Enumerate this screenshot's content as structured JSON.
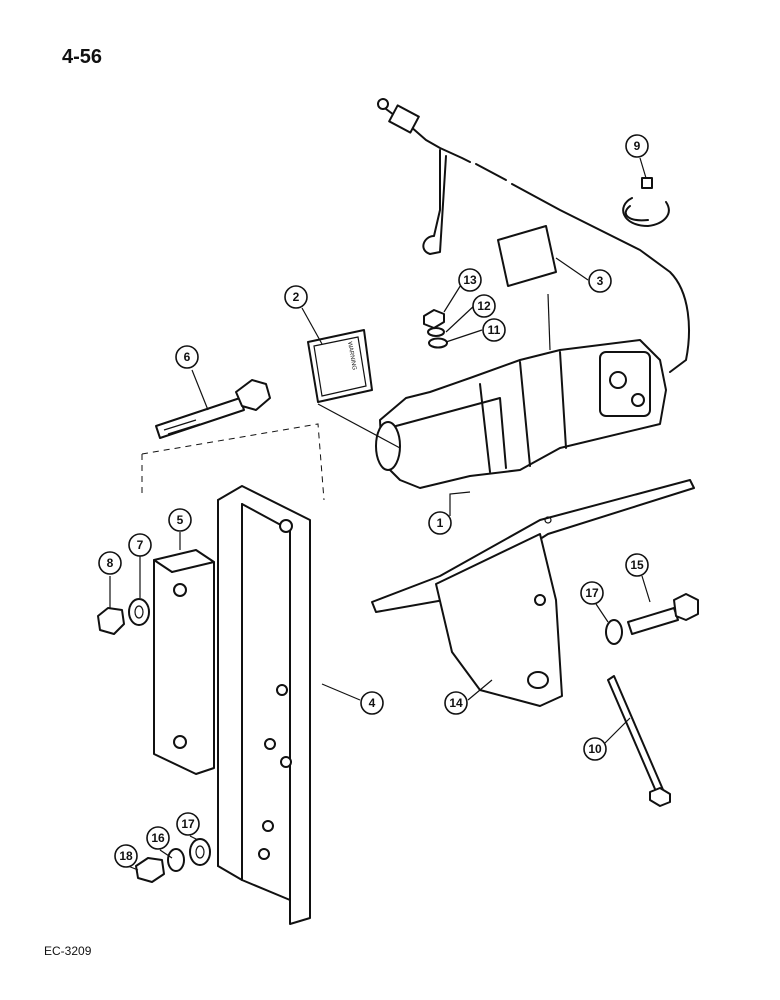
{
  "page_number": "4-56",
  "figure_code": "EC-3209",
  "callouts": {
    "c1": "1",
    "c2": "2",
    "c3": "3",
    "c4": "4",
    "c5": "5",
    "c6": "6",
    "c7": "7",
    "c8": "8",
    "c9": "9",
    "c10": "10",
    "c11": "11",
    "c12": "12",
    "c13": "13",
    "c14": "14",
    "c15": "15",
    "c16": "16",
    "c17a": "17",
    "c17b": "17",
    "c18": "18"
  },
  "warning_decal_text": "WARNING"
}
